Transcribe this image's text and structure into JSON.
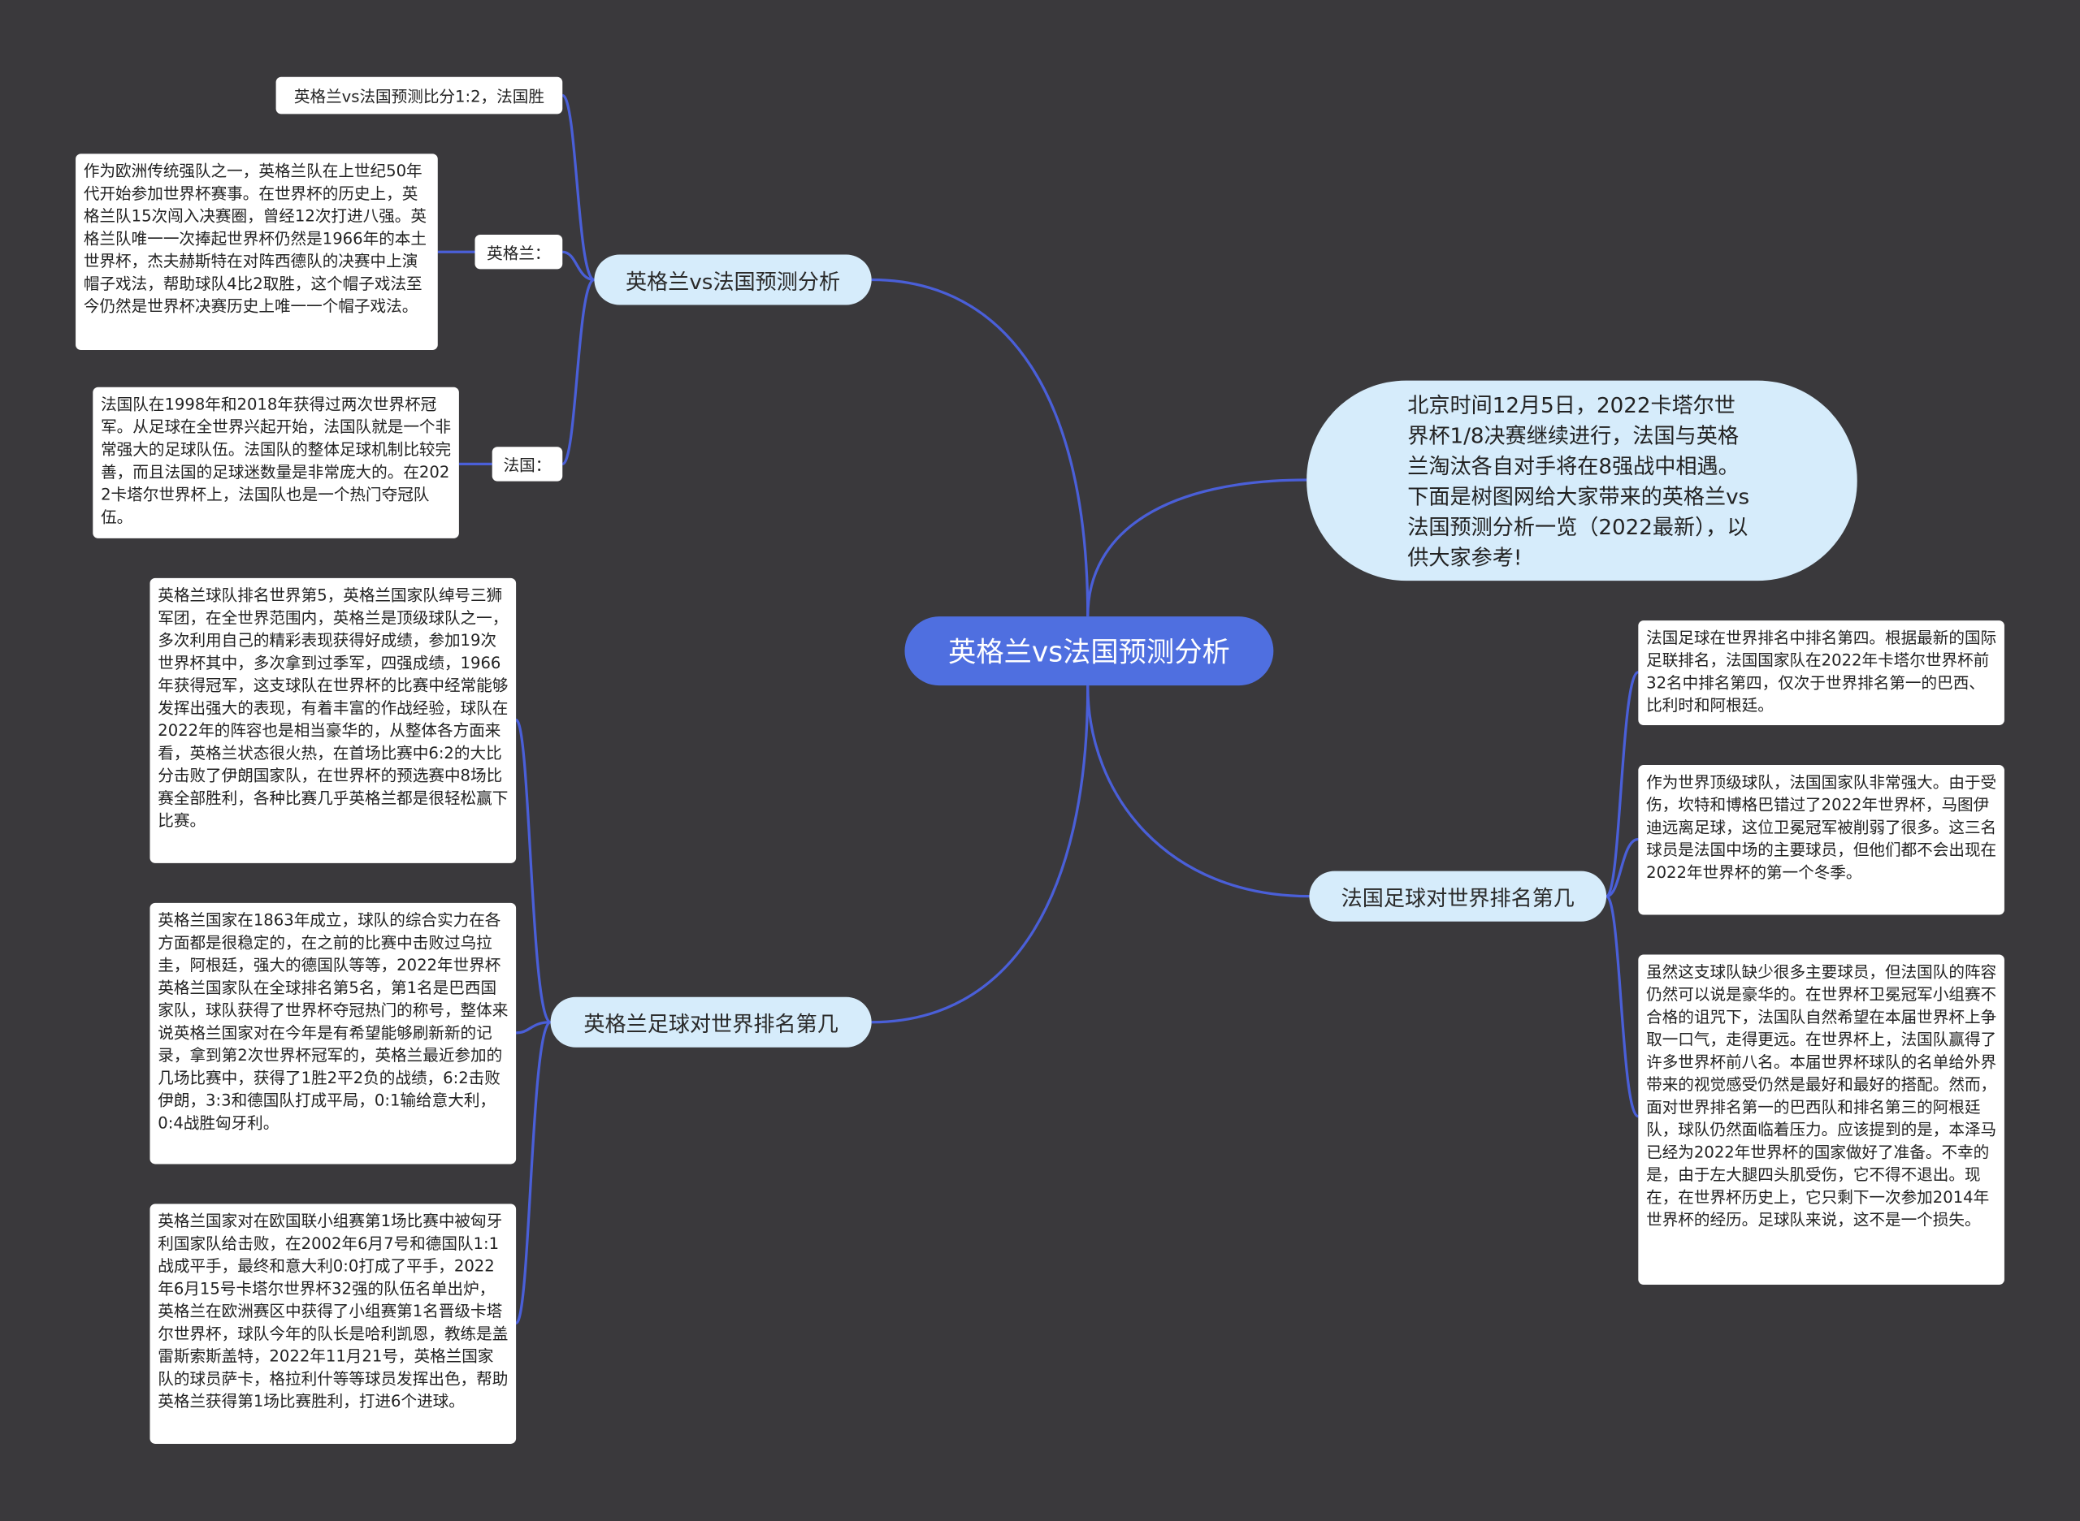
{
  "root": {
    "title": "英格兰vs法国预测分析"
  },
  "intro": {
    "text": "北京时间12月5日，2022卡塔尔世界杯1/8决赛继续进行，法国与英格兰淘汰各自对手将在8强战中相遇。下面是树图网给大家带来的英格兰vs法国预测分析一览（2022最新），以供大家参考!"
  },
  "branch1": {
    "title": "英格兰vs法国预测分析",
    "score": "英格兰vs法国预测比分1:2，法国胜",
    "england_label": "英格兰：",
    "england_text": "作为欧洲传统强队之一，英格兰队在上世纪50年代开始参加世界杯赛事。在世界杯的历史上，英格兰队15次闯入决赛圈，曾经12次打进八强。英格兰队唯一一次捧起世界杯仍然是1966年的本土世界杯，杰夫赫斯特在对阵西德队的决赛中上演帽子戏法，帮助球队4比2取胜，这个帽子戏法至今仍然是世界杯决赛历史上唯一一个帽子戏法。",
    "france_label": "法国：",
    "france_text": "法国队在1998年和2018年获得过两次世界杯冠军。从足球在全世界兴起开始，法国队就是一个非常强大的足球队伍。法国队的整体足球机制比较完善，而且法国的足球迷数量是非常庞大的。在2022卡塔尔世界杯上，法国队也是一个热门夺冠队伍。"
  },
  "branch2": {
    "title": "英格兰足球对世界排名第几",
    "leaf1": "英格兰球队排名世界第5，英格兰国家队绰号三狮军团，在全世界范围内，英格兰是顶级球队之一，多次利用自己的精彩表现获得好成绩，参加19次世界杯其中，多次拿到过季军，四强成绩，1966年获得冠军，这支球队在世界杯的比赛中经常能够发挥出强大的表现，有着丰富的作战经验，球队在2022年的阵容也是相当豪华的，从整体各方面来看，英格兰状态很火热，在首场比赛中6:2的大比分击败了伊朗国家队，在世界杯的预选赛中8场比赛全部胜利，各种比赛几乎英格兰都是很轻松赢下比赛。",
    "leaf2": "英格兰国家在1863年成立，球队的综合实力在各方面都是很稳定的，在之前的比赛中击败过乌拉圭，阿根廷，强大的德国队等等，2022年世界杯英格兰国家队在全球排名第5名，第1名是巴西国家队，球队获得了世界杯夺冠热门的称号，整体来说英格兰国家对在今年是有希望能够刷新新的记录，拿到第2次世界杯冠军的，英格兰最近参加的几场比赛中，获得了1胜2平2负的战绩，6:2击败伊朗，3:3和德国队打成平局，0:1输给意大利，0:4战胜匈牙利。",
    "leaf3": "英格兰国家对在欧国联小组赛第1场比赛中被匈牙利国家队给击败，在2002年6月7号和德国队1:1战成平手，最终和意大利0:0打成了平手，2022年6月15号卡塔尔世界杯32强的队伍名单出炉，英格兰在欧洲赛区中获得了小组赛第1名晋级卡塔尔世界杯，球队今年的队长是哈利凯恩，教练是盖雷斯索斯盖特，2022年11月21号，英格兰国家队的球员萨卡，格拉利什等等球员发挥出色，帮助英格兰获得第1场比赛胜利，打进6个进球。"
  },
  "branch3": {
    "title": "法国足球对世界排名第几",
    "leaf1": "法国足球在世界排名中排名第四。根据最新的国际足联排名，法国国家队在2022年卡塔尔世界杯前32名中排名第四，仅次于世界排名第一的巴西、比利时和阿根廷。",
    "leaf2": "作为世界顶级球队，法国国家队非常强大。由于受伤，坎特和博格巴错过了2022年世界杯，马图伊迪远离足球，这位卫冕冠军被削弱了很多。这三名球员是法国中场的主要球员，但他们都不会出现在2022年世界杯的第一个冬季。",
    "leaf3": "虽然这支球队缺少很多主要球员，但法国队的阵容仍然可以说是豪华的。在世界杯卫冕冠军小组赛不合格的诅咒下，法国队自然希望在本届世界杯上争取一口气，走得更远。在世界杯上，法国队赢得了许多世界杯前八名。本届世界杯球队的名单给外界带来的视觉感受仍然是最好和最好的搭配。然而，面对世界排名第一的巴西队和排名第三的阿根廷队，球队仍然面临着压力。应该提到的是，本泽马已经为2022年世界杯的国家做好了准备。不幸的是，由于左大腿四头肌受伤，它不得不退出。现在，在世界杯历史上，它只剩下一次参加2014年世界杯的经历。足球队来说，这不是一个损失。"
  },
  "colors": {
    "background": "#3a393c",
    "root": "#4f6fe0",
    "branch": "#d6ecfb",
    "link": "#4a5fd8",
    "leaf": "#ffffff"
  }
}
